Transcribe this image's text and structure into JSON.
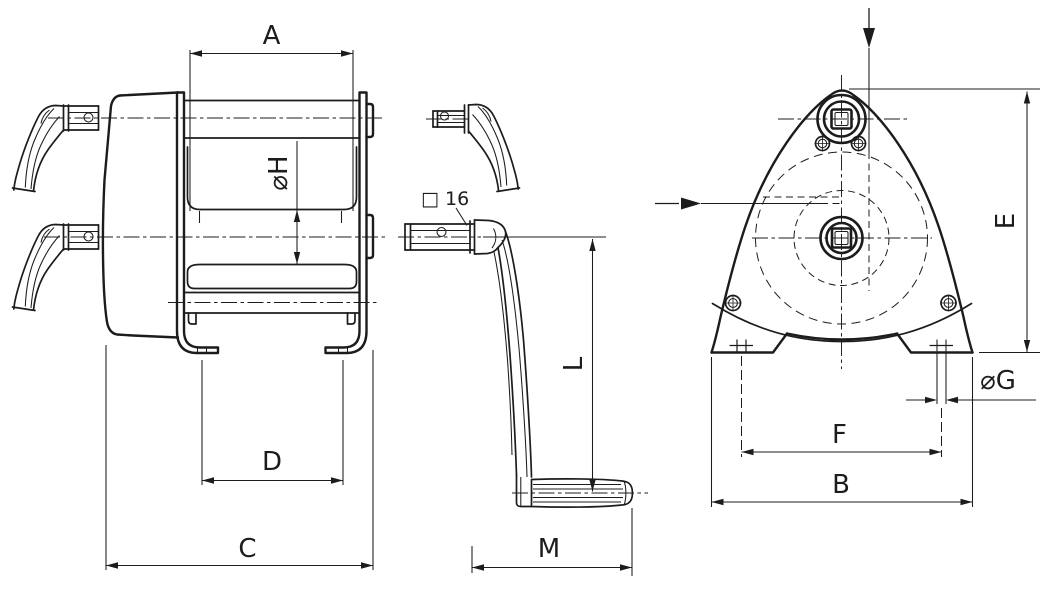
{
  "drawing": {
    "background_color": "#ffffff",
    "line_color": "#1c1c1c",
    "side_view": {
      "dim_drum_width": "A",
      "dim_drum_diameter": "⌀H",
      "dim_feet_spacing": "D",
      "dim_overall_width": "C"
    },
    "crank_view": {
      "square_drive_size": "□ 16",
      "dim_crank_radius": "L",
      "dim_crank_width": "M"
    },
    "front_view": {
      "dim_overall_height": "E",
      "dim_foot_hole_diameter": "⌀G",
      "dim_foot_hole_spacing": "F",
      "dim_base_width": "B"
    }
  }
}
